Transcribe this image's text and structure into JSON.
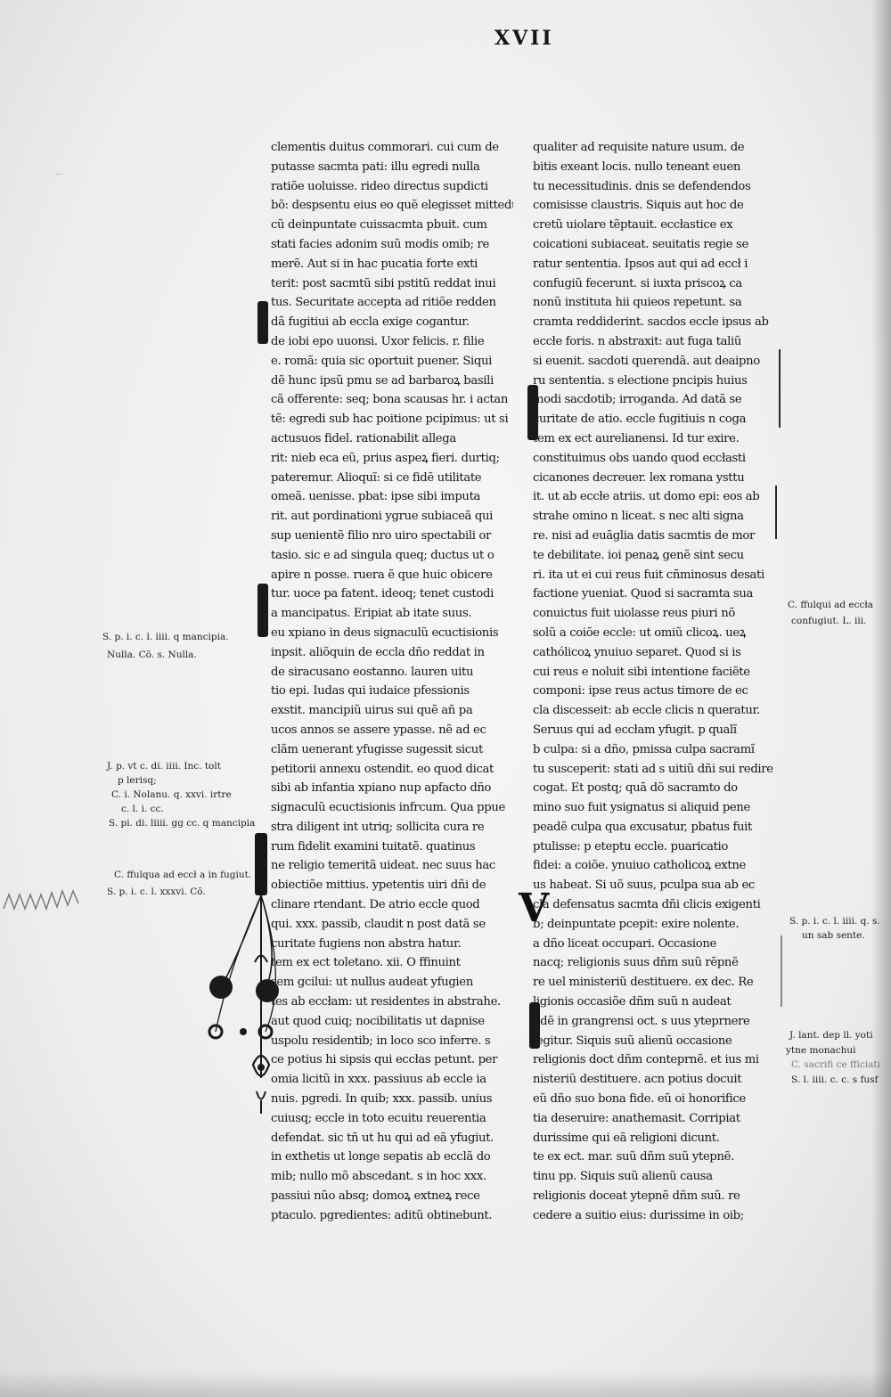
{
  "folio": "XVII",
  "faint_note": "...",
  "left_column": [
    "clementis duitus commorari. cui cum de",
    "putasse sacmta pati: illu egredi nulla",
    "ratiõe uoluisse. rideo directus supdicti",
    "bõ: despsentu eius eo quẽ elegisset mitteduꝰ.",
    "cũ deinpuntate cuissacmta pbuit. cum",
    "stati facies adonim suũ modis omib; re",
    "merẽ. Aut si in hac pucatia forte exti",
    "terit: post sacmtũ sibi pstitũ reddat inui",
    "tus. Securitate accepta ad ritiõe redden",
    "dã fugitiui ab eccla exige cogantur.",
    "de iobi epo uuonsi. Uxor felicis. r. filie",
    "e. romã: quia sic oportuit puener. Siqui",
    "dẽ hunc ipsũ pmu se ad barbaroꝝ basili",
    "cã offerente: seq; bona scausas hr. i actan",
    "tẽ: egredi sub hac poitione pcipimus: ut si",
    "actusuos fidel. rationabilit allega",
    "rit: nieb eca eũ, prius aspeꝝ fieri. durtiq;",
    "pateremur. Alioquĩ: si ce fidẽ utilitate",
    "omeã. uenisse. pbat: ipse sibi imputa",
    "rit. aut pordinationi ygrue subiaceã qui",
    "sup uenientẽ filio nro uiro spectabili or",
    "tasio. sic e ad singula queq; ductus ut o",
    "apire n posse. ruera ẽ que huic obicere",
    "tur. uoce pa fatent. ideoq; tenet custodi",
    "a mancipatus. Eripiat ab itate suus.",
    "eu xpiano in deus signaculũ ecuctisionis",
    "inpsit. aliõquin de eccla dño reddat in",
    "de siracusano eostanno. lauren uitu",
    "tio epi. Iudas qui iudaice pfessionis",
    "exstit. mancipiũ uirus sui quẽ añ pa",
    "ucos annos se assere ypasse. nẽ ad ec",
    "clãm uenerant yfugisse sugessit sicut",
    "petitorii annexu ostendit. eo quod dicat",
    "sibi ab infantia xpiano nup apfacto dño",
    "signaculũ ecuctisionis infrcum. Qua ppue",
    "stra diligent int utriq; sollicita cura re",
    "rum fidelit examini tuitatẽ. quatinus",
    "ne religio temeritã uideat. nec suus hac",
    "obiectiõe mittius. ypetentis uiri dñi de",
    "clinare rtendant. De atrio eccle quod",
    "qui. xxx. passib, claudit n post datã se",
    "curitate fugiens non abstra hatur.",
    "tem ex ect toletano. xii. O ffinuint",
    "sem gcilui: ut nullus audeat yfugien",
    "tes ab eccłam: ut residentes in abstrahe.",
    "aut quod cuiq; nocibilitatis ut dapnise",
    "uspolu residentib; in loco sco inferre. s",
    "ce potius hi sipsis qui eccłas petunt. per",
    "omia licitũ in xxx. passiuus ab eccle ia",
    "nuis. pgredi. In quib; xxx. passib. unius",
    "cuiusq; eccle in toto ecuitu reuerentia",
    "defendat. sic tñ ut hu qui ad eã yfugiut.",
    "in exthetis ut longe sepatis ab ecclã do",
    "mib; nullo mõ abscedant. s in hoc xxx.",
    "passiui nũo absq; domoꝝ extneꝝ rece",
    "ptaculo. pgredientes: aditũ obtinebunt."
  ],
  "right_column": [
    "qualiter ad requisite nature usum. de",
    "bitis exeant locis. nullo teneant euen",
    "tu necessitudinis. dnis se defendendos",
    "comisisse claustris. Siquis aut hoc de",
    "cretũ uiolare tẽptauit. eccłastice ex",
    "coicationi subiaceat. seuitatis regie se",
    "ratur sententia. Ipsos aut qui ad eccł i",
    "confugiũ fecerunt. si iuxta priscoꝝ ca",
    "nonũ instituta hii quieos repetunt. sa",
    "cramta reddiderint. sacdos eccle ipsus ab",
    "eccłe foris. n abstraxit: aut fuga taliũ",
    "si euenit. sacdoti querendã. aut deaipno",
    "ru sententia. s electione pncipis huius",
    "modi sacdotib; irroganda. Ad datã se",
    "curitate de atio. eccle fugitiuis n coga",
    "tem ex ect aurelianensi. Id tur exire.",
    "constituimus obs uando quod eccłasti",
    "cicanones decreuer. lex romana ysttu",
    "it. ut ab eccłe atriis. ut domo epi: eos ab",
    "strahe omino n liceat. s nec alti signa",
    "re. nisi ad euãglia datis sacmtis de mor",
    "te debilitate. ioi penaꝝ genẽ sint secu",
    "ri. ita ut ei cui reus fuit cñminosus desati",
    "factione yueniat. Quod si sacramta sua",
    "conuictus fuit uiolasse reus piuri nõ",
    "solũ a coiõe eccle: ut omiũ clicoꝝ. ueꝝ",
    "cathólicoꝝ ynuiuo separet. Quod si is",
    "cui reus e noluit sibi intentione faciẽte",
    "componi: ipse reus actus timore de ec",
    "cla discesseit: ab eccle clicis n queratur.",
    "Seruus qui ad eccłam yfugit. p qualĩ",
    "b culpa: si a dño, pmissa culpa sacramĩ",
    "tu susceperit: stati ad s uitiũ dñi sui redire",
    "cogat. Et postq; quã dõ sacramto do",
    "mino suo fuit ysignatus si aliquid pene",
    "peadẽ culpa qua excusatur, pbatus fuit",
    "ptulisse: p eteptu eccle. puaricatio",
    "fidei: a coiõe. ynuiuo catholicoꝝ extne",
    "us habeat. Si uõ suus, pculpa sua ab ec",
    "cla defensatus sacmta dñi clicis exigenti",
    "b; deinpuntate pcepit: exire nolente.",
    "a dño liceat occupari. Occasione",
    "nacq; religionis suus dñm suũ rẽpnẽ",
    "re uel ministeriũ destituere. ex dec. Re",
    "ligionis occasiõe dñm suũ n audeat",
    "ndẽ in grangrensi oct. s uus yteprnere",
    "legitur. Siquis suũ alienũ occasione",
    "religionis doct dñm conteprnẽ. et ius mi",
    "nisteriũ destituere. acn potius docuit",
    "eũ dño suo bona fide. eũ oi honorifice",
    "tia deseruire: anathemasit. Corripiat",
    "durissime qui eã religioni dicunt.",
    "te ex ect. mar. suũ dñm suũ ytepnẽ.",
    "tinu pp. Siquis suũ alienũ causa",
    "religionis doceat ytepnẽ dñm suũ. re",
    "cedere a suitio eius: durissime in oib;"
  ],
  "glosses": {
    "g1a": "S. p. i. c. l. iiii. q mancipia.",
    "g1b": "Nulla. Cõ. s. Nulla.",
    "g2a": "J. p. vt c. di. iiii. Inc. tolt",
    "g2b": "p lerisq;",
    "g2c": "C. i. Nolanu. q. xxvi. irtre",
    "g2d": "c. l. i. cc.",
    "g2e": "S. pi. di. liiii. gg cc. q mancipia",
    "g3a": "C. ffulqua ad eccł a in fugiut.",
    "g3b": "S. p. i. c. l. xxxvi. Cõ.",
    "g4a": "C. ffulqui ad eccła",
    "g4b": "confugiut. L. iii.",
    "g5a": "S. p. i. c. l. iiii. q. s.",
    "g5b": "un sab sente.",
    "g6a": "J. lant. dep ll. yoti",
    "g6b": "ytne monachui",
    "g6c": "C. sacrifi ce fficiati",
    "g6d": "S. l. iiii. c. c. s fusf"
  },
  "initials": {
    "i1": "I",
    "i2": "I",
    "i3": "I",
    "i4": "I",
    "i5": "V",
    "i6": "I"
  }
}
